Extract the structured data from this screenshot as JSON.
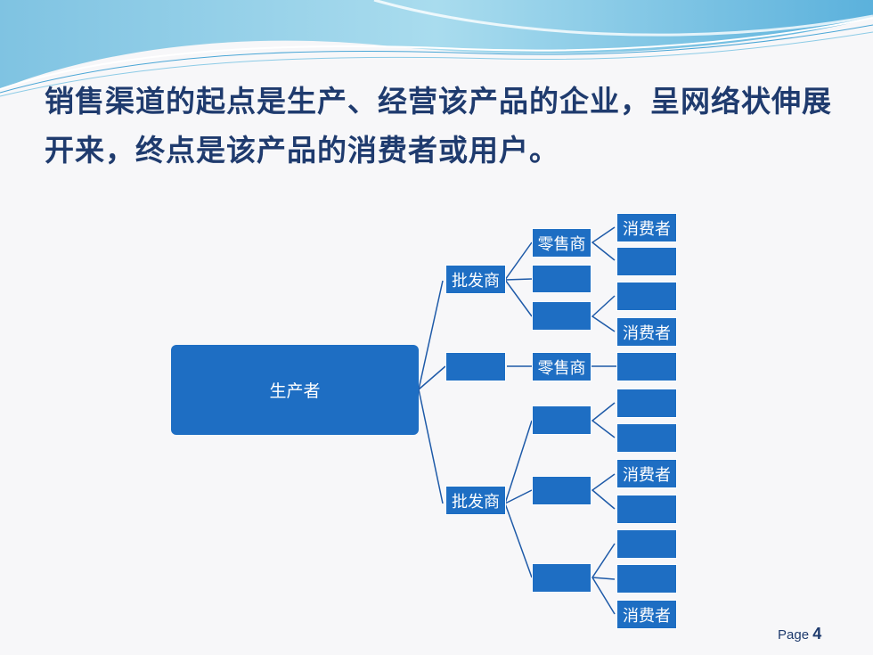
{
  "slide": {
    "title": "销售渠道的起点是生产、经营该产品的企业，呈网络状伸展开来，终点是该产品的消费者或用户。",
    "page_label": "Page",
    "page_number": "4"
  },
  "tree": {
    "root": "生产者",
    "wholesaler_1": "批发商",
    "wholesaler_2": "批发商",
    "channel_mid_blank": "",
    "retailer_1": "零售商",
    "retailer_2": "零售商",
    "consumer_1": "消费者",
    "consumer_2": "消费者",
    "consumer_3": "消费者",
    "consumer_4": "消费者"
  },
  "colors": {
    "node_fill": "#1e6ec3",
    "line": "#1e5aa8",
    "title_text": "#1f3b6e"
  }
}
